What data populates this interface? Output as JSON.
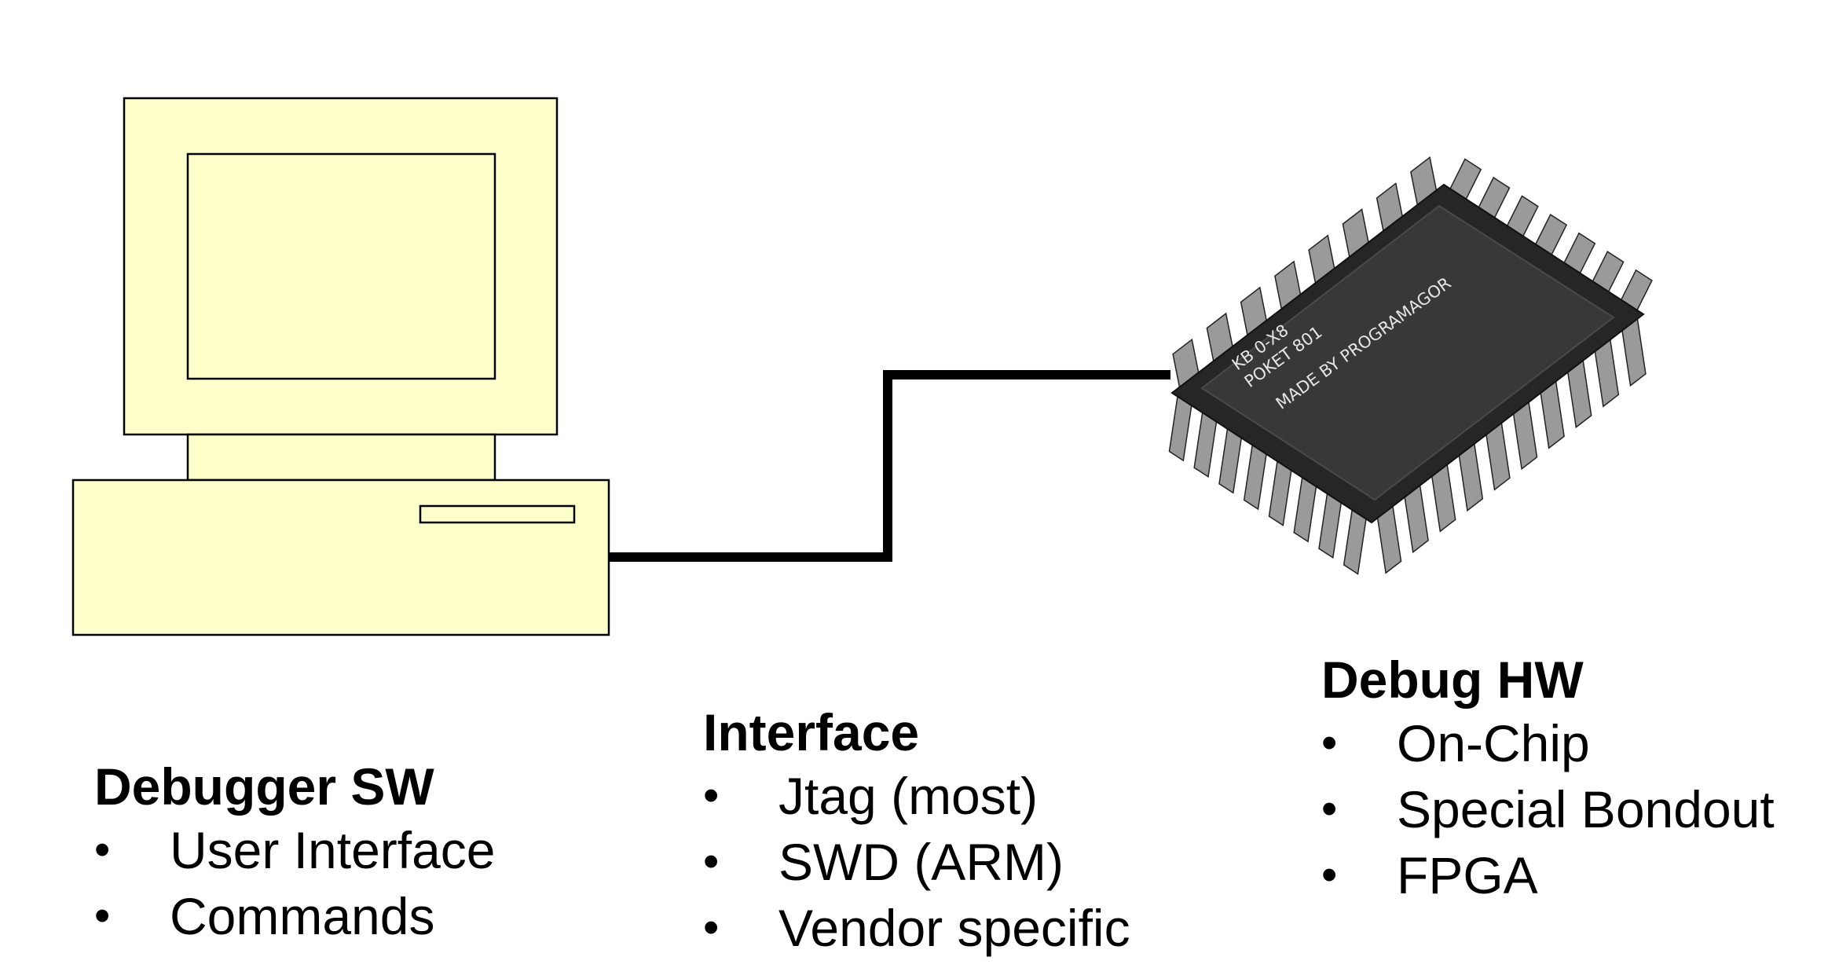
{
  "colors": {
    "computer_fill": "#ffffcc",
    "outline": "#000000",
    "cable": "#000000",
    "chip_body": "#2e2e2e",
    "chip_top": "#3a3a3a",
    "chip_pin": "#9a9a9a",
    "chip_text": "#e6e6e6"
  },
  "icons": [
    "computer-icon",
    "chip-icon"
  ],
  "chip": {
    "line1": "KB 0-X8",
    "line2": "POKET 801",
    "line3": "MADE BY PROGRAMAGOR"
  },
  "debugger_sw": {
    "title": "Debugger SW",
    "items": [
      "User Interface",
      "Commands"
    ]
  },
  "interface": {
    "title": "Interface",
    "items": [
      "Jtag (most)",
      "SWD (ARM)",
      "Vendor specific"
    ]
  },
  "debug_hw": {
    "title": "Debug HW",
    "items": [
      "On-Chip",
      "Special Bondout",
      "FPGA"
    ]
  },
  "bullet": "•"
}
